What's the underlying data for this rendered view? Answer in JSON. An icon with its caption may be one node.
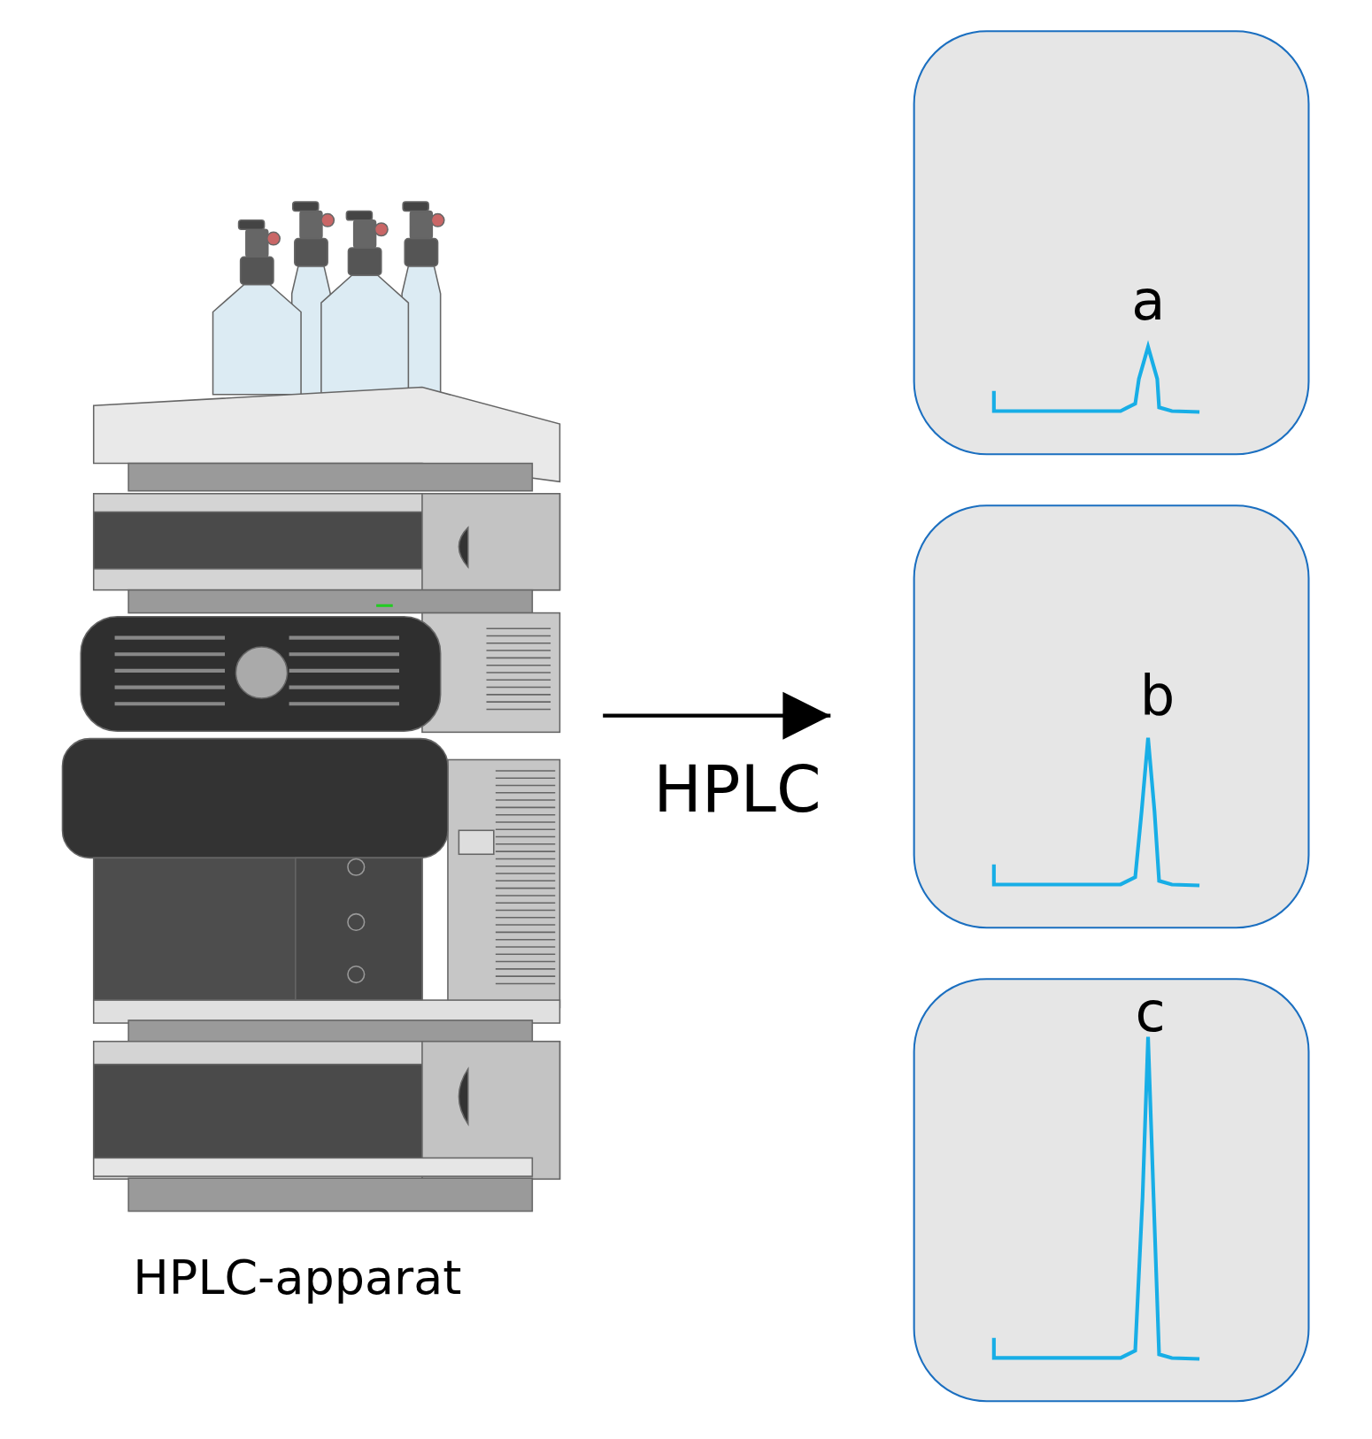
{
  "diagram": {
    "nodes": [
      {
        "text": [],
        "shape": "picture",
        "beside": [
          "HPLC-apparat"
        ]
      },
      {
        "text": [
          "a"
        ]
      },
      {
        "text": [
          "b"
        ]
      },
      {
        "text": [
          "c"
        ]
      }
    ],
    "edges": [
      {
        "from": 0,
        "to": 2,
        "arrow": "to",
        "label": "HPLC"
      }
    ]
  }
}
